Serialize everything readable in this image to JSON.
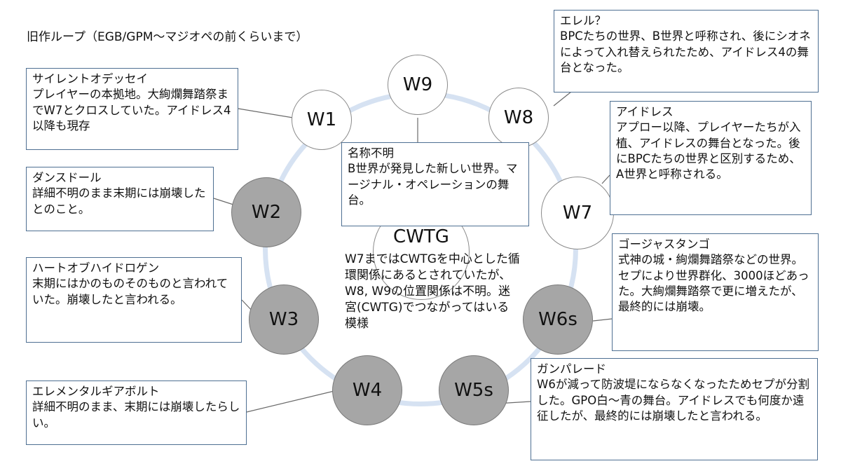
{
  "title": "旧作ループ（EGB/GPM〜マジオペの前くらいまで）",
  "colors": {
    "ring": "#d6e2f2",
    "box_border": "#4e6f92",
    "dark_node": "#a6a6a6",
    "light_node": "#ffffff"
  },
  "nodes": {
    "w9": "W9",
    "w8": "W8",
    "w1": "W1",
    "w2": "W2",
    "w7": "W7",
    "w3": "W3",
    "w6s": "W6s",
    "w4": "W4",
    "w5s": "W5s"
  },
  "center": {
    "title": "CWTG",
    "text": "W7まではCWTGを中心とした循環関係にあるとされていたが、W8, W9の位置関係は不明。迷宮(CWTG)でつながってはいる模様"
  },
  "boxes": {
    "unknown": {
      "title": "名称不明",
      "body": "B世界が発見した新しい世界。マージナル・オペレーションの舞台。"
    },
    "silent": {
      "title": "サイレントオデッセイ",
      "body": "プレイヤーの本拠地。大絢爛舞踏祭までW7とクロスしていた。アイドレス4以降も現存"
    },
    "dance": {
      "title": "ダンスドール",
      "body": "詳細不明のまま末期には崩壊したとのこと。"
    },
    "heart": {
      "title": "ハートオブハイドロゲン",
      "body": "末期にはかのものそのものと言われていた。崩壊したと言われる。"
    },
    "element": {
      "title": "エレメンタルギアボルト",
      "body": "詳細不明のまま、末期には崩壊したらしい。"
    },
    "erel": {
      "title": "エレル？",
      "body": "BPCたちの世界、B世界と呼称され、後にシオネによって入れ替えられたため、アイドレス4の舞台となった。"
    },
    "idress": {
      "title": "アイドレス",
      "body": "アプロー以降、プレイヤーたちが入植、アイドレスの舞台となった。後にBPCたちの世界と区別するため、A世界と呼称される。"
    },
    "gorgeous": {
      "title": "ゴージャスタンゴ",
      "body": "式神の城・絢爛舞踏祭などの世界。セプにより世界群化、3000ほどあった。大絢爛舞踏祭で更に増えたが、最終的には崩壊。"
    },
    "gunparade": {
      "title": "ガンパレード",
      "body": "W6が減って防波堤にならなくなったためセプが分割した。GPO白〜青の舞台。アイドレスでも何度か遠征したが、最終的には崩壊したと言われる。"
    }
  }
}
